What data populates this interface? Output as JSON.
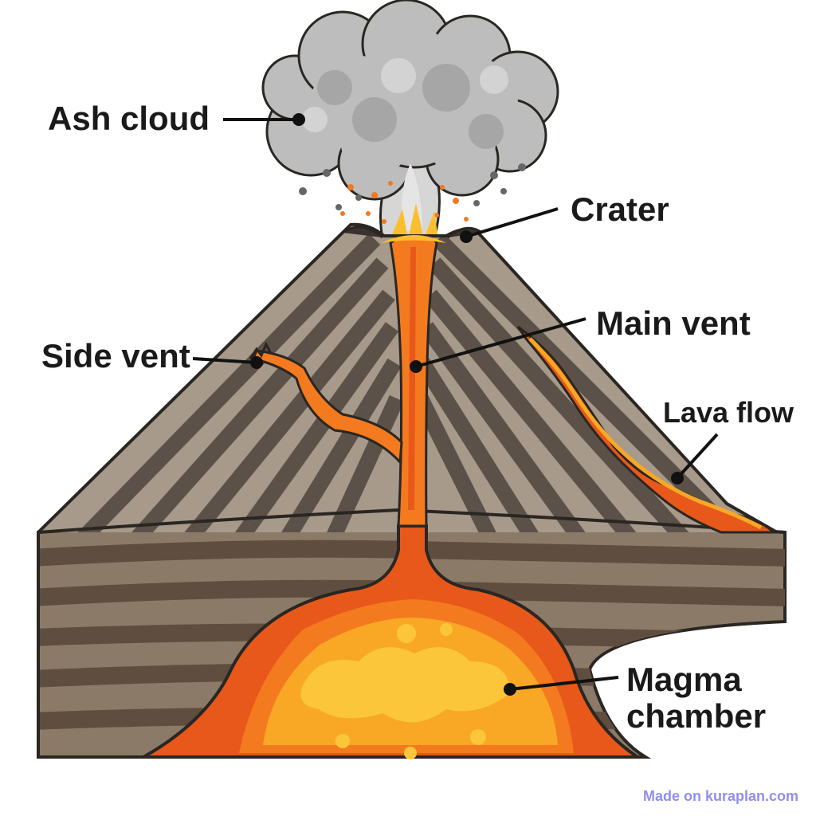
{
  "labels": {
    "ash_cloud": "Ash cloud",
    "crater": "Crater",
    "main_vent": "Main vent",
    "side_vent": "Side vent",
    "lava_flow": "Lava flow",
    "magma_line1": "Magma",
    "magma_line2": "chamber"
  },
  "watermark": "Made on kuraplan.com",
  "colors": {
    "lava_dark": "#e8581a",
    "lava": "#f47a1f",
    "magma_core": "#f9a825",
    "magma_light": "#fcc63a",
    "rock_dark": "#5b5149",
    "rock_light": "#a79a8a",
    "ground_dark": "#5f4d40",
    "ground_light": "#8c7a68",
    "ash": "#b9b9b9",
    "ash_dark": "#8f8f8f",
    "outline": "#2a2622"
  }
}
